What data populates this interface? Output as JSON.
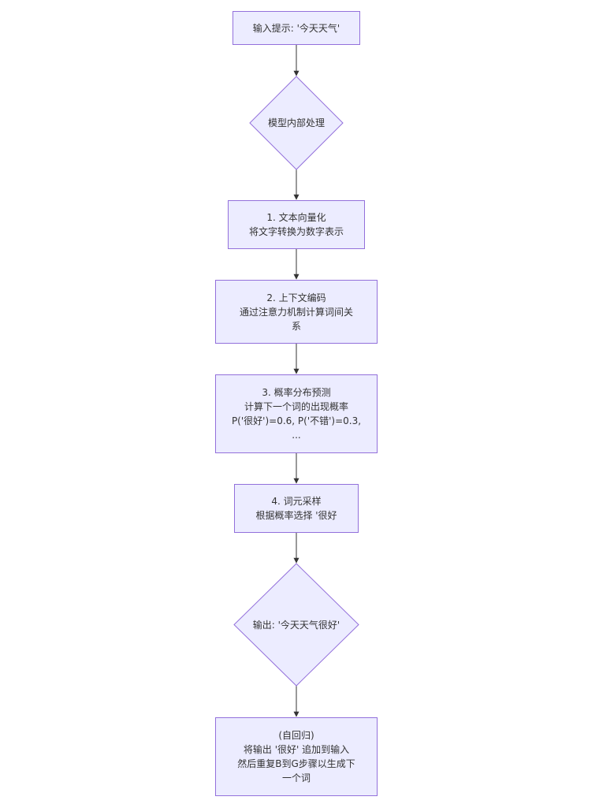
{
  "diagram": {
    "type": "flowchart",
    "colors": {
      "node_fill": "#ececff",
      "node_stroke": "#9370db",
      "edge": "#333333",
      "text": "#333333"
    },
    "nodes": [
      {
        "id": "input",
        "shape": "rect",
        "lines": [
          "输入提示: '今天天气'"
        ]
      },
      {
        "id": "model",
        "shape": "diamond",
        "lines": [
          "模型内部处理"
        ]
      },
      {
        "id": "step1",
        "shape": "rect",
        "lines": [
          "1. 文本向量化",
          "将文字转换为数字表示"
        ]
      },
      {
        "id": "step2",
        "shape": "rect",
        "lines": [
          "2. 上下文编码",
          "通过注意力机制计算词间关",
          "系"
        ]
      },
      {
        "id": "step3",
        "shape": "rect",
        "lines": [
          "3. 概率分布预测",
          "计算下一个词的出现概率",
          "P('很好')=0.6, P('不错')=0.3,",
          "..."
        ]
      },
      {
        "id": "step4",
        "shape": "rect",
        "lines": [
          "4. 词元采样",
          "根据概率选择 '很好"
        ]
      },
      {
        "id": "output",
        "shape": "diamond",
        "lines": [
          "输出: '今天天气很好'"
        ]
      },
      {
        "id": "autoregress",
        "shape": "rect",
        "lines": [
          "(自回归)",
          "将输出 '很好' 追加到输入",
          "然后重复B到G步骤以生成下",
          "一个词"
        ]
      }
    ],
    "edges": [
      {
        "from": "input",
        "to": "model"
      },
      {
        "from": "model",
        "to": "step1"
      },
      {
        "from": "step1",
        "to": "step2"
      },
      {
        "from": "step2",
        "to": "step3"
      },
      {
        "from": "step3",
        "to": "step4"
      },
      {
        "from": "step4",
        "to": "output"
      },
      {
        "from": "output",
        "to": "autoregress"
      }
    ]
  }
}
